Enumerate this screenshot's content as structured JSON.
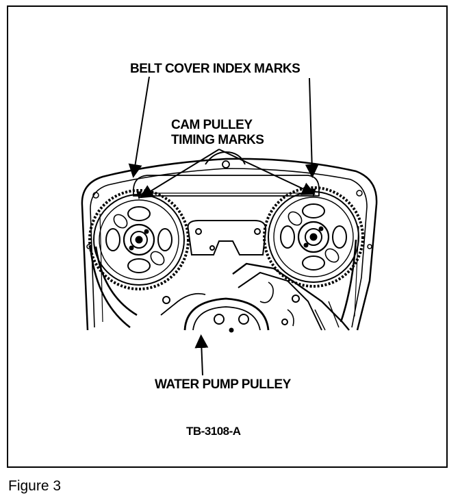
{
  "labels": {
    "belt_cover_index_marks": "BELT COVER INDEX MARKS",
    "cam_pulley_line1": "CAM PULLEY",
    "cam_pulley_line2": "TIMING MARKS",
    "water_pump_pulley": "WATER PUMP PULLEY",
    "part_number": "TB-3108-A"
  },
  "caption": "Figure 3"
}
